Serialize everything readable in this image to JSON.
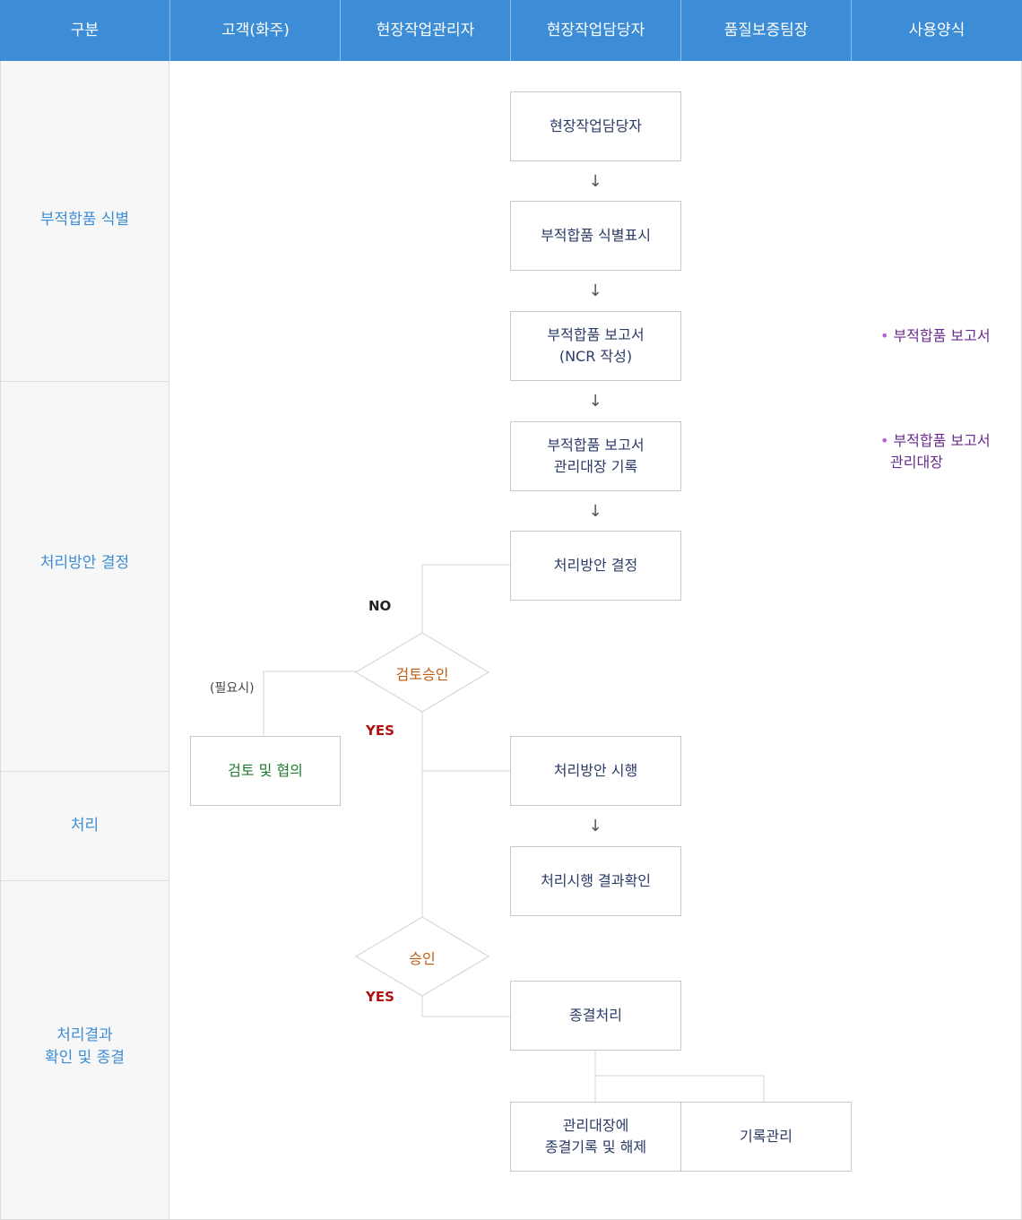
{
  "header": {
    "columns": [
      "구분",
      "고객(화주)",
      "현장작업관리자",
      "현장작업담당자",
      "품질보증팀장",
      "사용양식"
    ]
  },
  "categories": {
    "identify": "부적합품 식별",
    "decide": "처리방안 결정",
    "process": "처리",
    "confirm": "처리결과\n확인 및 종결"
  },
  "boxes": {
    "b1": "현장작업담당자",
    "b2": "부적합품 식별표시",
    "b3": "부적합품 보고서\n(NCR 작성)",
    "b4": "부적합품 보고서\n관리대장 기록",
    "b5": "처리방안 결정",
    "b6": "처리방안 시행",
    "b7": "처리시행 결과확인",
    "b8": "종결처리",
    "b9": "관리대장에\n종결기록 및 해제",
    "b10": "기록관리",
    "review": "검토 및 협의"
  },
  "diamonds": {
    "d1": "검토승인",
    "d2": "승인"
  },
  "labels": {
    "no": "NO",
    "yes1": "YES",
    "yes2": "YES",
    "ifneeded": "(필요시)",
    "arrow": "↓"
  },
  "forms": {
    "f1_line1": "부적합품 보고서",
    "f2_line1": "부적합품 보고서",
    "f2_line2": "관리대장",
    "bullet": "•"
  }
}
